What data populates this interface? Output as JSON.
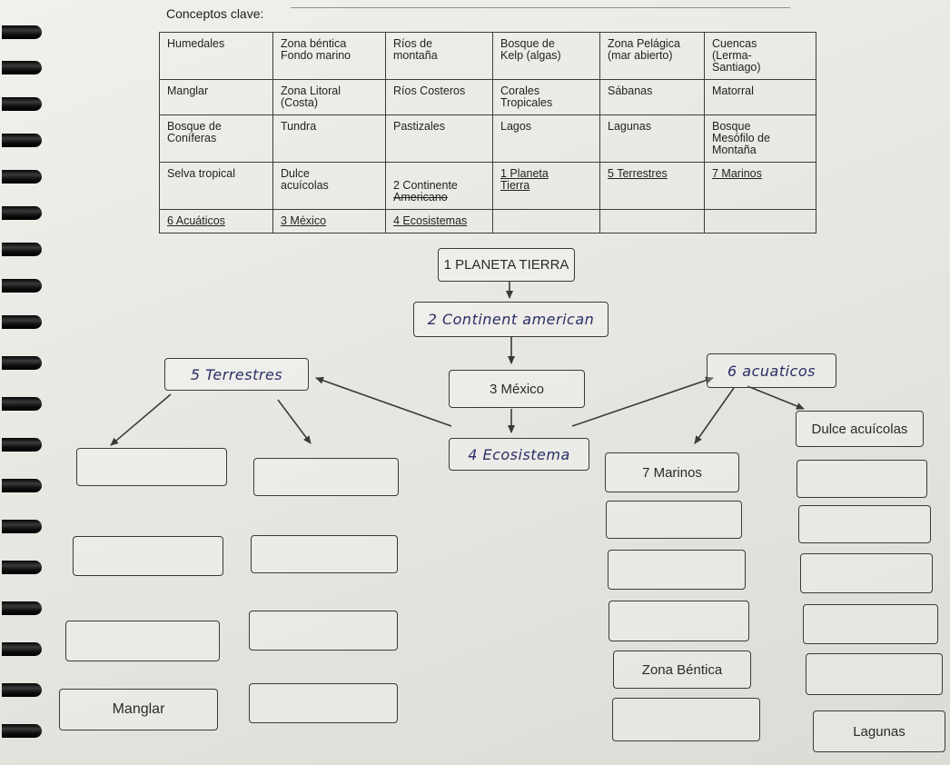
{
  "title": "Conceptos clave:",
  "table": {
    "rows": [
      [
        "Humedales",
        "Zona béntica\nFondo marino",
        "Ríos de\nmontaña",
        "Bosque de\nKelp (algas)",
        "Zona Pelágica\n(mar abierto)",
        "Cuencas\n(Lerma-\nSantiago)"
      ],
      [
        "Manglar",
        "Zona Litoral\n(Costa)",
        "Ríos Costeros",
        "Corales\nTropicales",
        "Sábanas",
        "Matorral"
      ],
      [
        "Bosque de\nConíferas",
        "Tundra",
        "Pastizales",
        "Lagos",
        "Lagunas",
        "Bosque\nMesófilo de\nMontaña"
      ],
      [
        "Selva tropical",
        "Dulce\nacuícolas",
        "2 Continente\nAmericano",
        "1 Planeta\nTierra",
        "5 Terrestres",
        "7 Marinos"
      ],
      [
        "6 Acuáticos",
        "3 México",
        "4 Ecosistemas",
        "",
        "",
        ""
      ]
    ]
  },
  "map": {
    "planeta": "1 PLANETA TIERRA",
    "continente": "2 Continent american",
    "mexico": "3 México",
    "ecosistema": "4 Ecosistema",
    "terrestres": "5 Terrestres",
    "acuaticos": "6 acuaticos",
    "marinos": "7 Marinos",
    "dulce": "Dulce acuícolas",
    "zona_bentica": "Zona Béntica",
    "manglar": "Manglar",
    "lagunas": "Lagunas"
  }
}
